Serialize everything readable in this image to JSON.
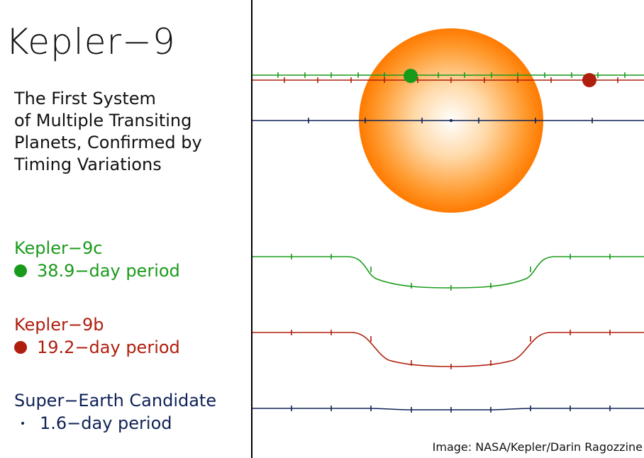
{
  "title": "Kepler−9",
  "subtitle_lines": [
    "The First System",
    "of Multiple Transiting",
    "Planets, Confirmed by",
    "Timing Variations"
  ],
  "planets": [
    {
      "name": "Kepler−9c",
      "period": "38.9−day period",
      "color": "#1a9a1a",
      "marker": "dot"
    },
    {
      "name": "Kepler−9b",
      "period": "19.2−day period",
      "color": "#b01e0e",
      "marker": "dot"
    },
    {
      "name": "Super−Earth Candidate",
      "period": "1.6−day period",
      "color": "#0f2257",
      "marker": "small-dot"
    }
  ],
  "credit": "Image: NASA/Kepler/Darin Ragozzine",
  "colors": {
    "green": "#1a9a1a",
    "red": "#b01e0e",
    "navy": "#0f2257",
    "star_center": "#ffffff",
    "star_edge": "#ff7a00"
  }
}
